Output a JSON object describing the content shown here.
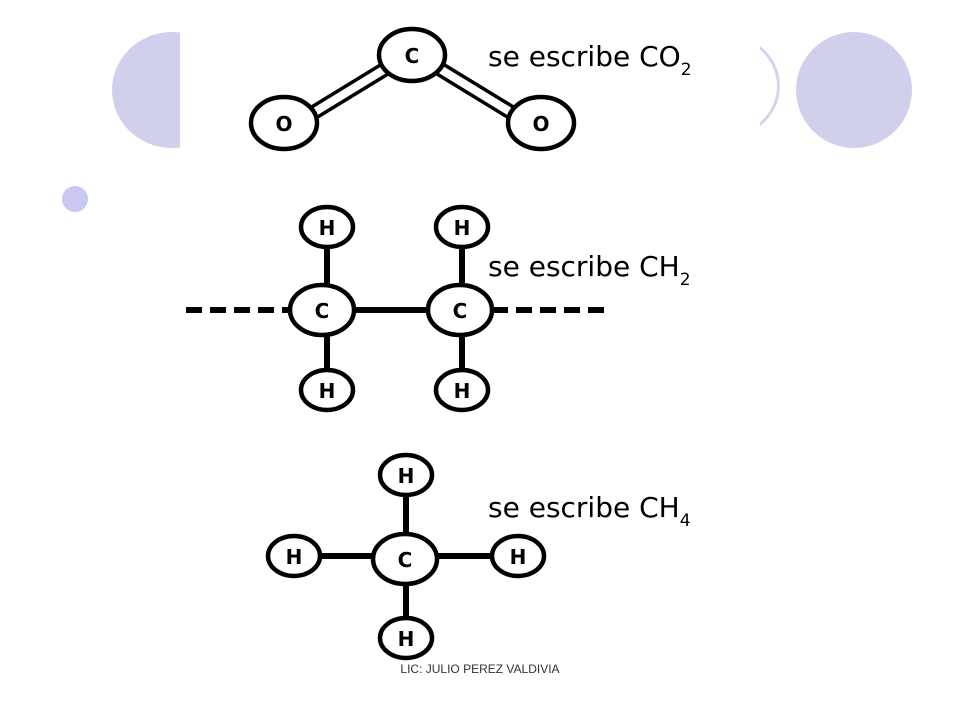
{
  "colors": {
    "decor": "#d0d0ec",
    "ink": "#000000"
  },
  "molecules": [
    {
      "id": "co2",
      "atoms": [
        "C",
        "O",
        "O"
      ],
      "caption": {
        "prefix": "se escribe CO",
        "subscript": "2"
      }
    },
    {
      "id": "ch2",
      "atoms": [
        "H",
        "H",
        "C",
        "C",
        "H",
        "H"
      ],
      "caption": {
        "prefix": "se escribe CH",
        "subscript": "2"
      }
    },
    {
      "id": "ch4",
      "atoms": [
        "H",
        "H",
        "C",
        "H",
        "H"
      ],
      "caption": {
        "prefix": "se escribe CH",
        "subscript": "4"
      }
    }
  ],
  "footer": {
    "author": "LIC: JULIO PEREZ VALDIVIA"
  }
}
